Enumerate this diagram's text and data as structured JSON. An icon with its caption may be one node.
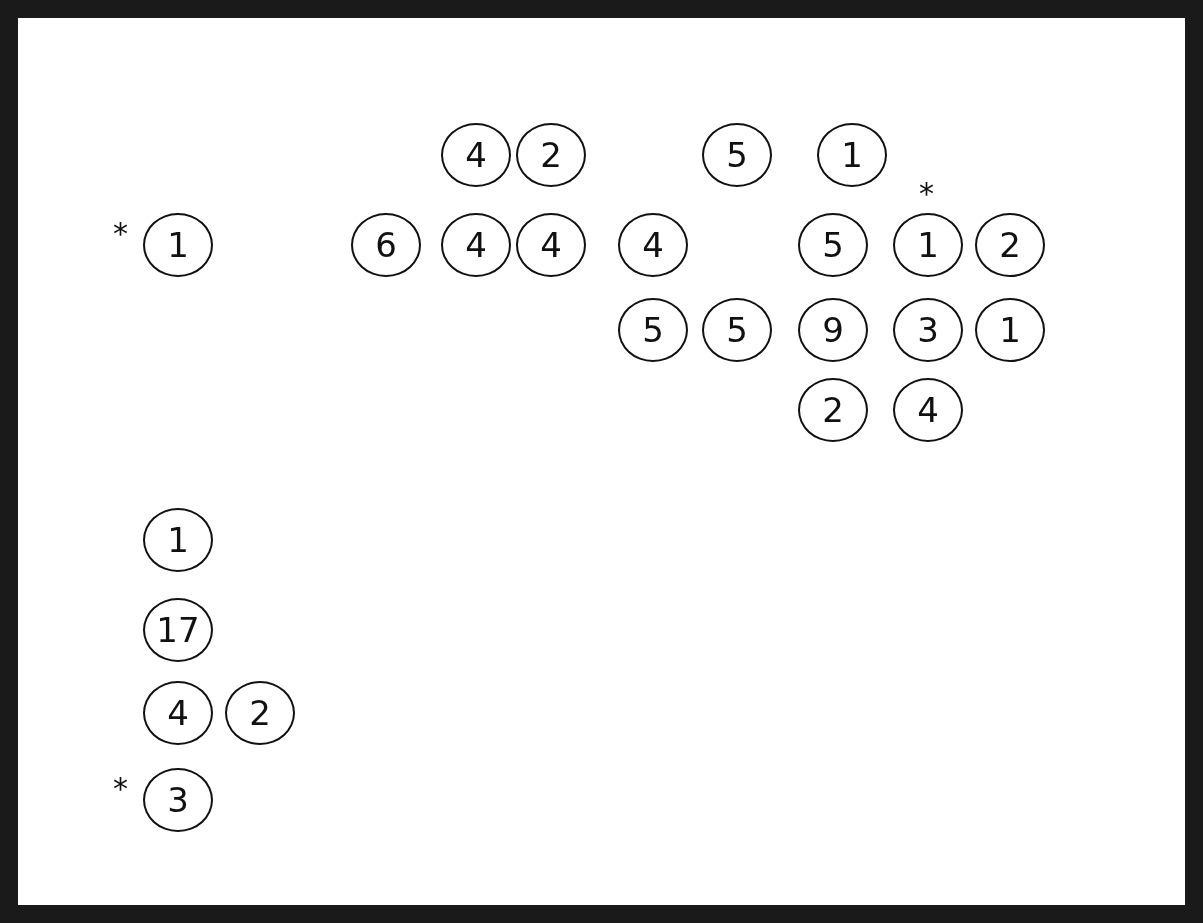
{
  "diagram": {
    "nodes": [
      {
        "text": [
          "4"
        ]
      },
      {
        "text": [
          "2"
        ]
      },
      {
        "text": [
          "5"
        ]
      },
      {
        "text": [
          "1"
        ]
      },
      {
        "text": [
          "1"
        ],
        "beside": [
          "*"
        ]
      },
      {
        "text": [
          "6"
        ]
      },
      {
        "text": [
          "4"
        ]
      },
      {
        "text": [
          "4"
        ]
      },
      {
        "text": [
          "4"
        ]
      },
      {
        "text": [
          "5"
        ]
      },
      {
        "text": [
          "1"
        ],
        "beside": [
          "*"
        ]
      },
      {
        "text": [
          "2"
        ]
      },
      {
        "text": [
          "5"
        ]
      },
      {
        "text": [
          "5"
        ]
      },
      {
        "text": [
          "9"
        ]
      },
      {
        "text": [
          "3"
        ]
      },
      {
        "text": [
          "1"
        ]
      },
      {
        "text": [
          "2"
        ]
      },
      {
        "text": [
          "4"
        ]
      },
      {
        "text": [
          "1"
        ]
      },
      {
        "text": [
          "17"
        ]
      },
      {
        "text": [
          "4"
        ]
      },
      {
        "text": [
          "2"
        ]
      },
      {
        "text": [
          "3"
        ],
        "beside": [
          "*"
        ]
      }
    ],
    "edges": []
  }
}
